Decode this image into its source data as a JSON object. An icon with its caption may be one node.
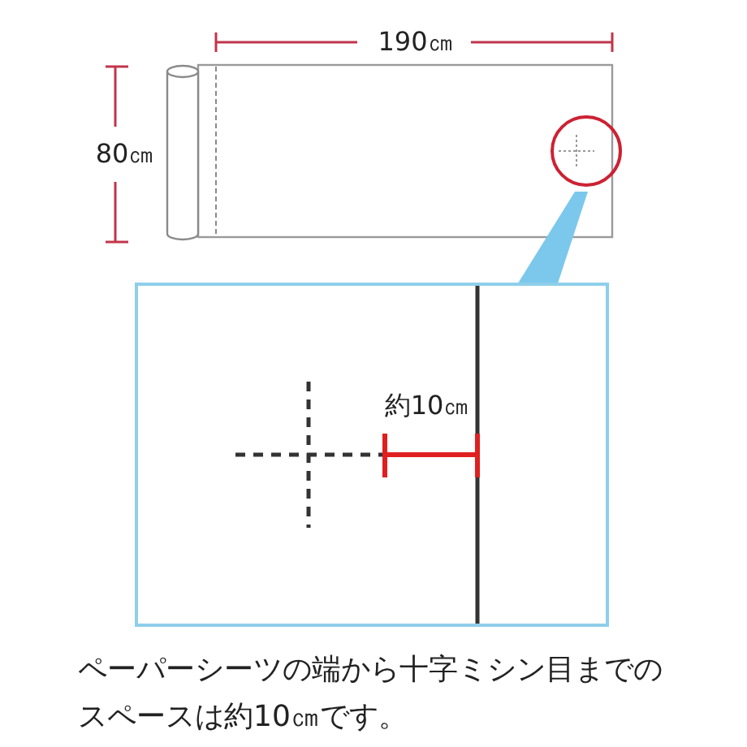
{
  "diagram": {
    "caption": "ペーパーシーツの端から十字ミシン目までのスペースは約10㎝です。",
    "labels": [
      "190㎝",
      "80㎝",
      "約10㎝"
    ]
  }
}
